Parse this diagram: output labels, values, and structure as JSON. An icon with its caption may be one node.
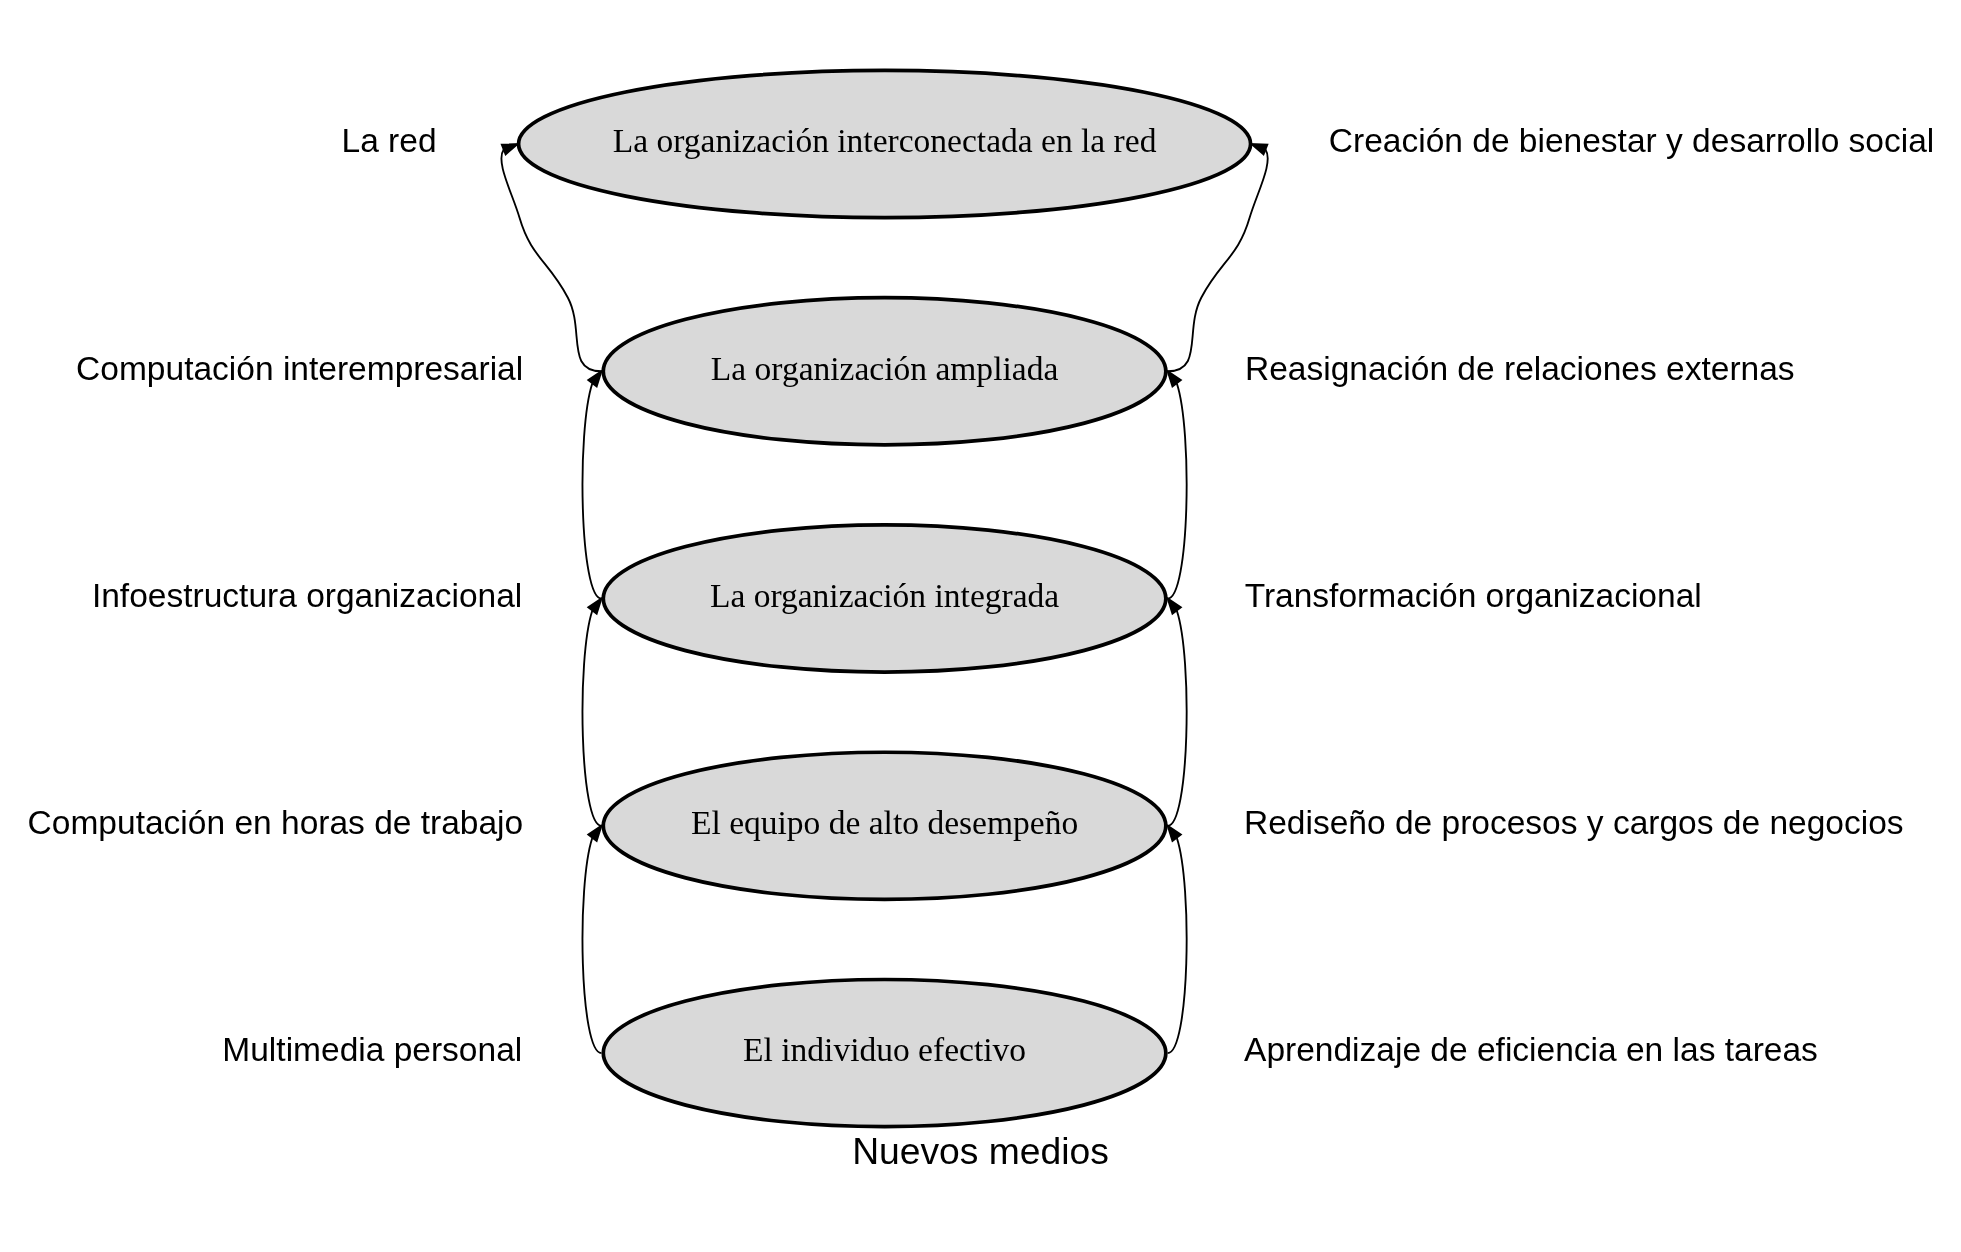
{
  "diagram": {
    "caption": "Nuevos medios",
    "nodes": [
      {
        "text": [
          "La organización interconectada en la red"
        ],
        "beside": [
          "La red",
          "Creación de bienestar y desarrollo social"
        ]
      },
      {
        "text": [
          "La organización ampliada"
        ],
        "beside": [
          "Computación interempresarial",
          "Reasignación de relaciones externas"
        ]
      },
      {
        "text": [
          "La organización integrada"
        ],
        "beside": [
          "Infoestructura organizacional",
          "Transformación organizacional"
        ]
      },
      {
        "text": [
          "El equipo de alto desempeño"
        ],
        "beside": [
          "Computación en horas de trabajo",
          "Rediseño de procesos y cargos de negocios"
        ]
      },
      {
        "text": [
          "El individuo efectivo"
        ],
        "beside": [
          "Multimedia personal",
          "Aprendizaje de eficiencia en las tareas"
        ]
      }
    ],
    "edges": [
      {
        "from": 4,
        "to": 3,
        "arrow": "to"
      },
      {
        "from": 4,
        "to": 3,
        "arrow": "to"
      },
      {
        "from": 3,
        "to": 2,
        "arrow": "to"
      },
      {
        "from": 3,
        "to": 2,
        "arrow": "to"
      },
      {
        "from": 2,
        "to": 1,
        "arrow": "to"
      },
      {
        "from": 2,
        "to": 1,
        "arrow": "to"
      },
      {
        "from": 1,
        "to": 0,
        "arrow": "to"
      },
      {
        "from": 1,
        "to": 0,
        "arrow": "to"
      }
    ]
  }
}
